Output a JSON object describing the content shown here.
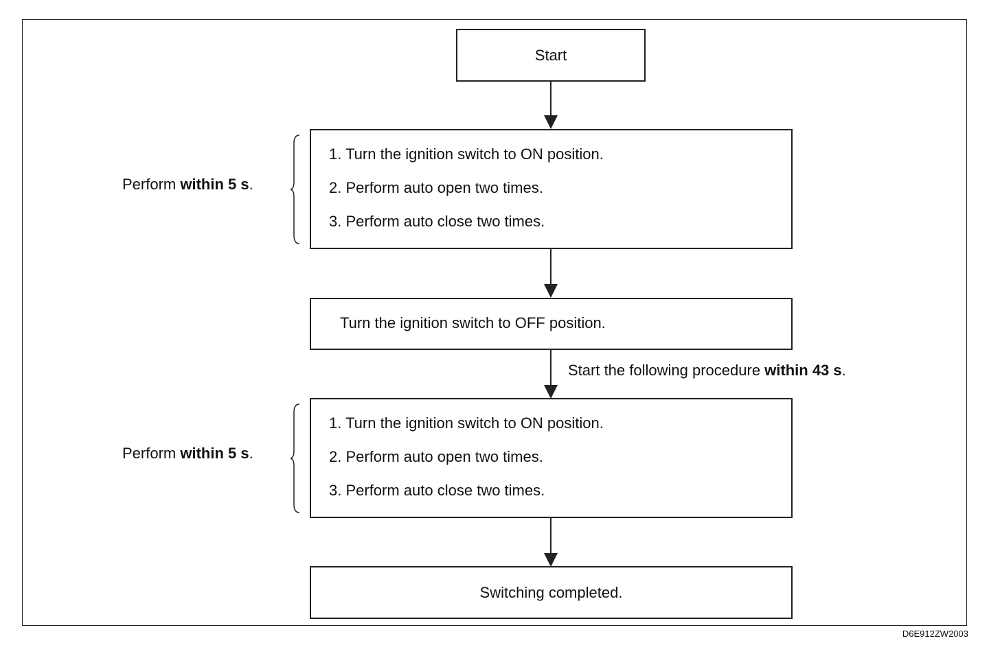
{
  "start_box": {
    "label": "Start"
  },
  "step_group_1": {
    "items": [
      "1. Turn the ignition switch to ON position.",
      "2. Perform auto open two times.",
      "3. Perform auto close two times."
    ],
    "note_prefix": "Perform ",
    "note_bold": "within 5 s",
    "note_suffix": "."
  },
  "off_box": {
    "label": "Turn the ignition switch to OFF position."
  },
  "transition_note": {
    "prefix": "Start the following procedure ",
    "bold": "within 43 s",
    "suffix": "."
  },
  "step_group_2": {
    "items": [
      "1. Turn the ignition switch to ON position.",
      "2. Perform auto open two times.",
      "3. Perform auto close two times."
    ],
    "note_prefix": "Perform ",
    "note_bold": "within 5 s",
    "note_suffix": "."
  },
  "end_box": {
    "label": "Switching completed."
  },
  "figure_code": "D6E912ZW2003"
}
